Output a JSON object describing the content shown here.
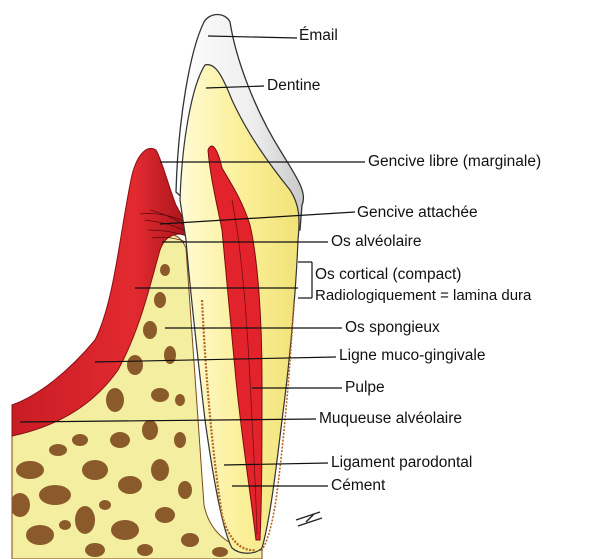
{
  "labels": {
    "email": "Émail",
    "dentine": "Dentine",
    "gencive_libre": "Gencive libre (marginale)",
    "gencive_attachee": "Gencive attachée",
    "os_alveolaire": "Os alvéolaire",
    "os_cortical": "Os cortical (compact)",
    "radiologiquement": "Radiologiquement = lamina dura",
    "os_spongieux": "Os spongieux",
    "ligne_muco": "Ligne muco-gingivale",
    "pulpe": "Pulpe",
    "muqueuse": "Muqueuse alvéolaire",
    "ligament": "Ligament parodontal",
    "cement": "Cément"
  },
  "colors": {
    "enamel": "#f2f2f2",
    "dentine": "#fbf3a8",
    "pulp": "#e3232b",
    "gum": "#d6222a",
    "bone": "#f4eea0",
    "trabecula": "#8b5a2b",
    "ligament": "#b8651f"
  }
}
